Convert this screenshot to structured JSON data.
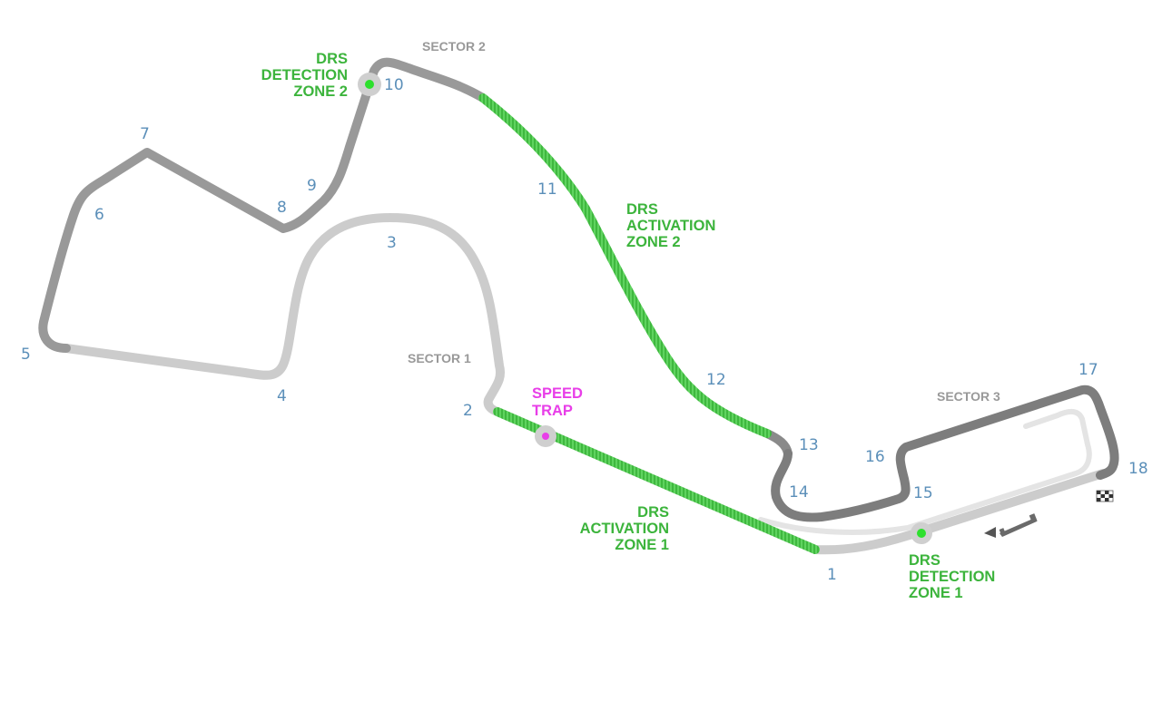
{
  "sectors": {
    "s1": "SECTOR 1",
    "s2": "SECTOR 2",
    "s3": "SECTOR 3"
  },
  "turns": [
    "1",
    "2",
    "3",
    "4",
    "5",
    "6",
    "7",
    "8",
    "9",
    "10",
    "11",
    "12",
    "13",
    "14",
    "15",
    "16",
    "17",
    "18"
  ],
  "drs": {
    "detection_1": [
      "DRS",
      "DETECTION",
      "ZONE 1"
    ],
    "detection_2": [
      "DRS",
      "DETECTION",
      "ZONE 2"
    ],
    "activation_1": [
      "DRS",
      "ACTIVATION",
      "ZONE 1"
    ],
    "activation_2": [
      "DRS",
      "ACTIVATION",
      "ZONE 2"
    ]
  },
  "speed_trap": [
    "SPEED",
    "TRAP"
  ],
  "colors": {
    "sector_1": "#cccccc",
    "sector_2": "#999999",
    "sector_3": "#7d7d7d",
    "drs_zone": "#4fc94f",
    "turn_number": "#5b8fb9",
    "drs_label": "#3cb43c",
    "speed_trap": "#e83ee8",
    "pit_lane": "#e4e4e4"
  },
  "icons": {
    "finish": "checkered-flag-icon",
    "car": "f1-car-icon",
    "direction": "direction-arrow-icon"
  }
}
